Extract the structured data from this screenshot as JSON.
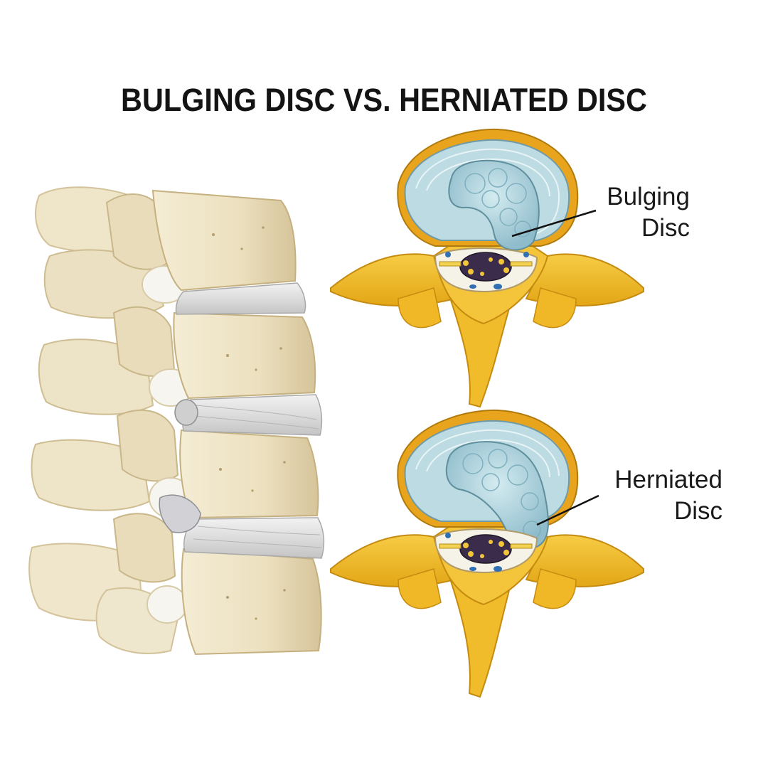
{
  "title": "BULGING DISC VS. HERNIATED DISC",
  "labels": {
    "bulging": {
      "line1": "Bulging",
      "line2": "Disc"
    },
    "herniated": {
      "line1": "Herniated",
      "line2": "Disc"
    }
  },
  "colors": {
    "bone": "#ede2c4",
    "bone_shadow": "#cbb98f",
    "disc_gray": "#d9d9d9",
    "vertebra_yellow": "#f2bd2a",
    "vertebra_shadow": "#d69a12",
    "disc_ring_blue": "#b6d6dd",
    "nucleus_blue": "#9fc8d4",
    "spinal_cord": "#3a2a4a",
    "text": "#141414"
  }
}
